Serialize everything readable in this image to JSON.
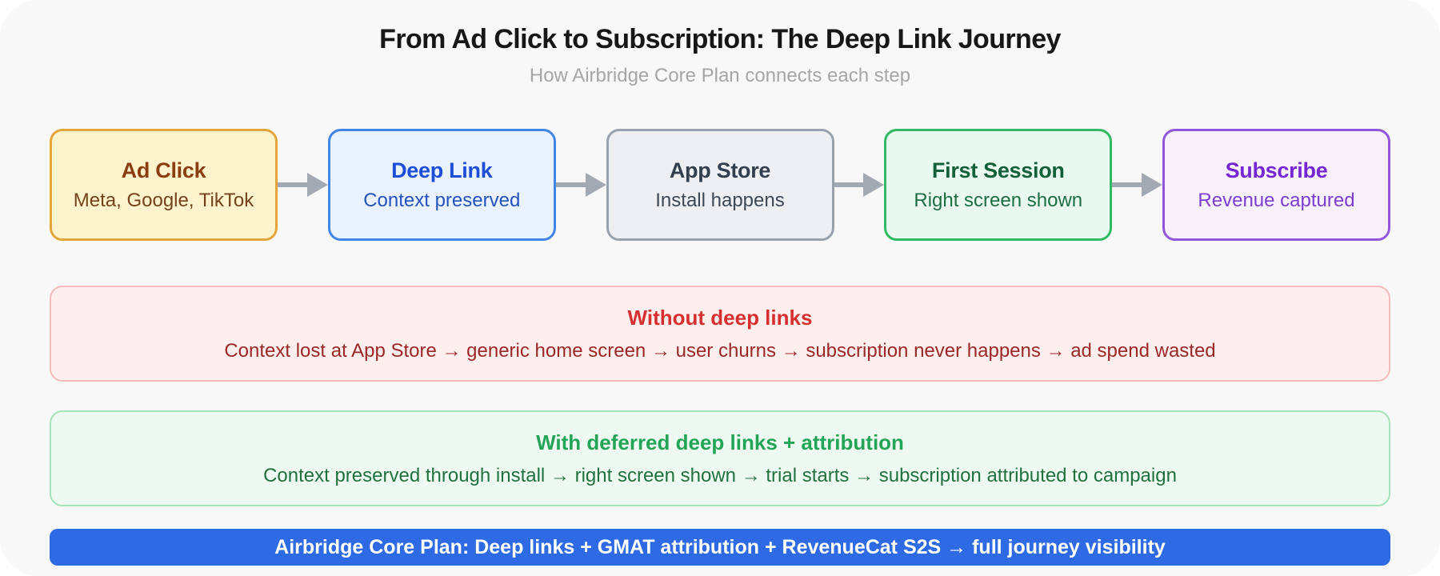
{
  "header": {
    "title": "From Ad Click to Subscription: The Deep Link Journey",
    "subtitle": "How Airbridge Core Plan connects each step"
  },
  "flow": {
    "arrow_color": "#a3a9b2",
    "steps": [
      {
        "title": "Ad Click",
        "subtitle": "Meta, Google, TikTok",
        "bg": "#fdf3cd",
        "border": "#e2a63a",
        "title_color": "#8b3d10",
        "subtitle_color": "#74431c"
      },
      {
        "title": "Deep Link",
        "subtitle": "Context preserved",
        "bg": "#e9f2fd",
        "border": "#4285e8",
        "title_color": "#1d4ed8",
        "subtitle_color": "#2453bd"
      },
      {
        "title": "App Store",
        "subtitle": "Install happens",
        "bg": "#edeff2",
        "border": "#99a2ac",
        "title_color": "#333f4e",
        "subtitle_color": "#3d4857"
      },
      {
        "title": "First Session",
        "subtitle": "Right screen shown",
        "bg": "#e9f9ef",
        "border": "#30ba62",
        "title_color": "#14603a",
        "subtitle_color": "#1d6e43"
      },
      {
        "title": "Subscribe",
        "subtitle": "Revenue captured",
        "bg": "#f8f1fc",
        "border": "#9156dc",
        "title_color": "#7527d3",
        "subtitle_color": "#7c3ecf"
      }
    ]
  },
  "without_band": {
    "heading": "Without deep links",
    "description": "Context lost at App Store → generic home screen → user churns → subscription never happens → ad spend wasted",
    "bg": "#fdefee",
    "border": "#f2bcba",
    "heading_color": "#d72f2f",
    "description_color": "#9b2727"
  },
  "with_band": {
    "heading": "With deferred deep links + attribution",
    "description": "Context preserved through install → right screen shown → trial starts → subscription attributed to campaign",
    "bg": "#eefaf1",
    "border": "#a5e3bd",
    "heading_color": "#23a457",
    "description_color": "#20713f"
  },
  "banner": {
    "text": "Airbridge Core Plan: Deep links + GMAT attribution + RevenueCat S2S → full journey visibility",
    "bg": "#2e6ae3",
    "text_color": "#ffffff"
  },
  "page": {
    "card_bg": "#f8f8f9",
    "outer_bg": "#ffffff",
    "title_color": "#171717",
    "subtitle_color": "#a6a6a6"
  }
}
